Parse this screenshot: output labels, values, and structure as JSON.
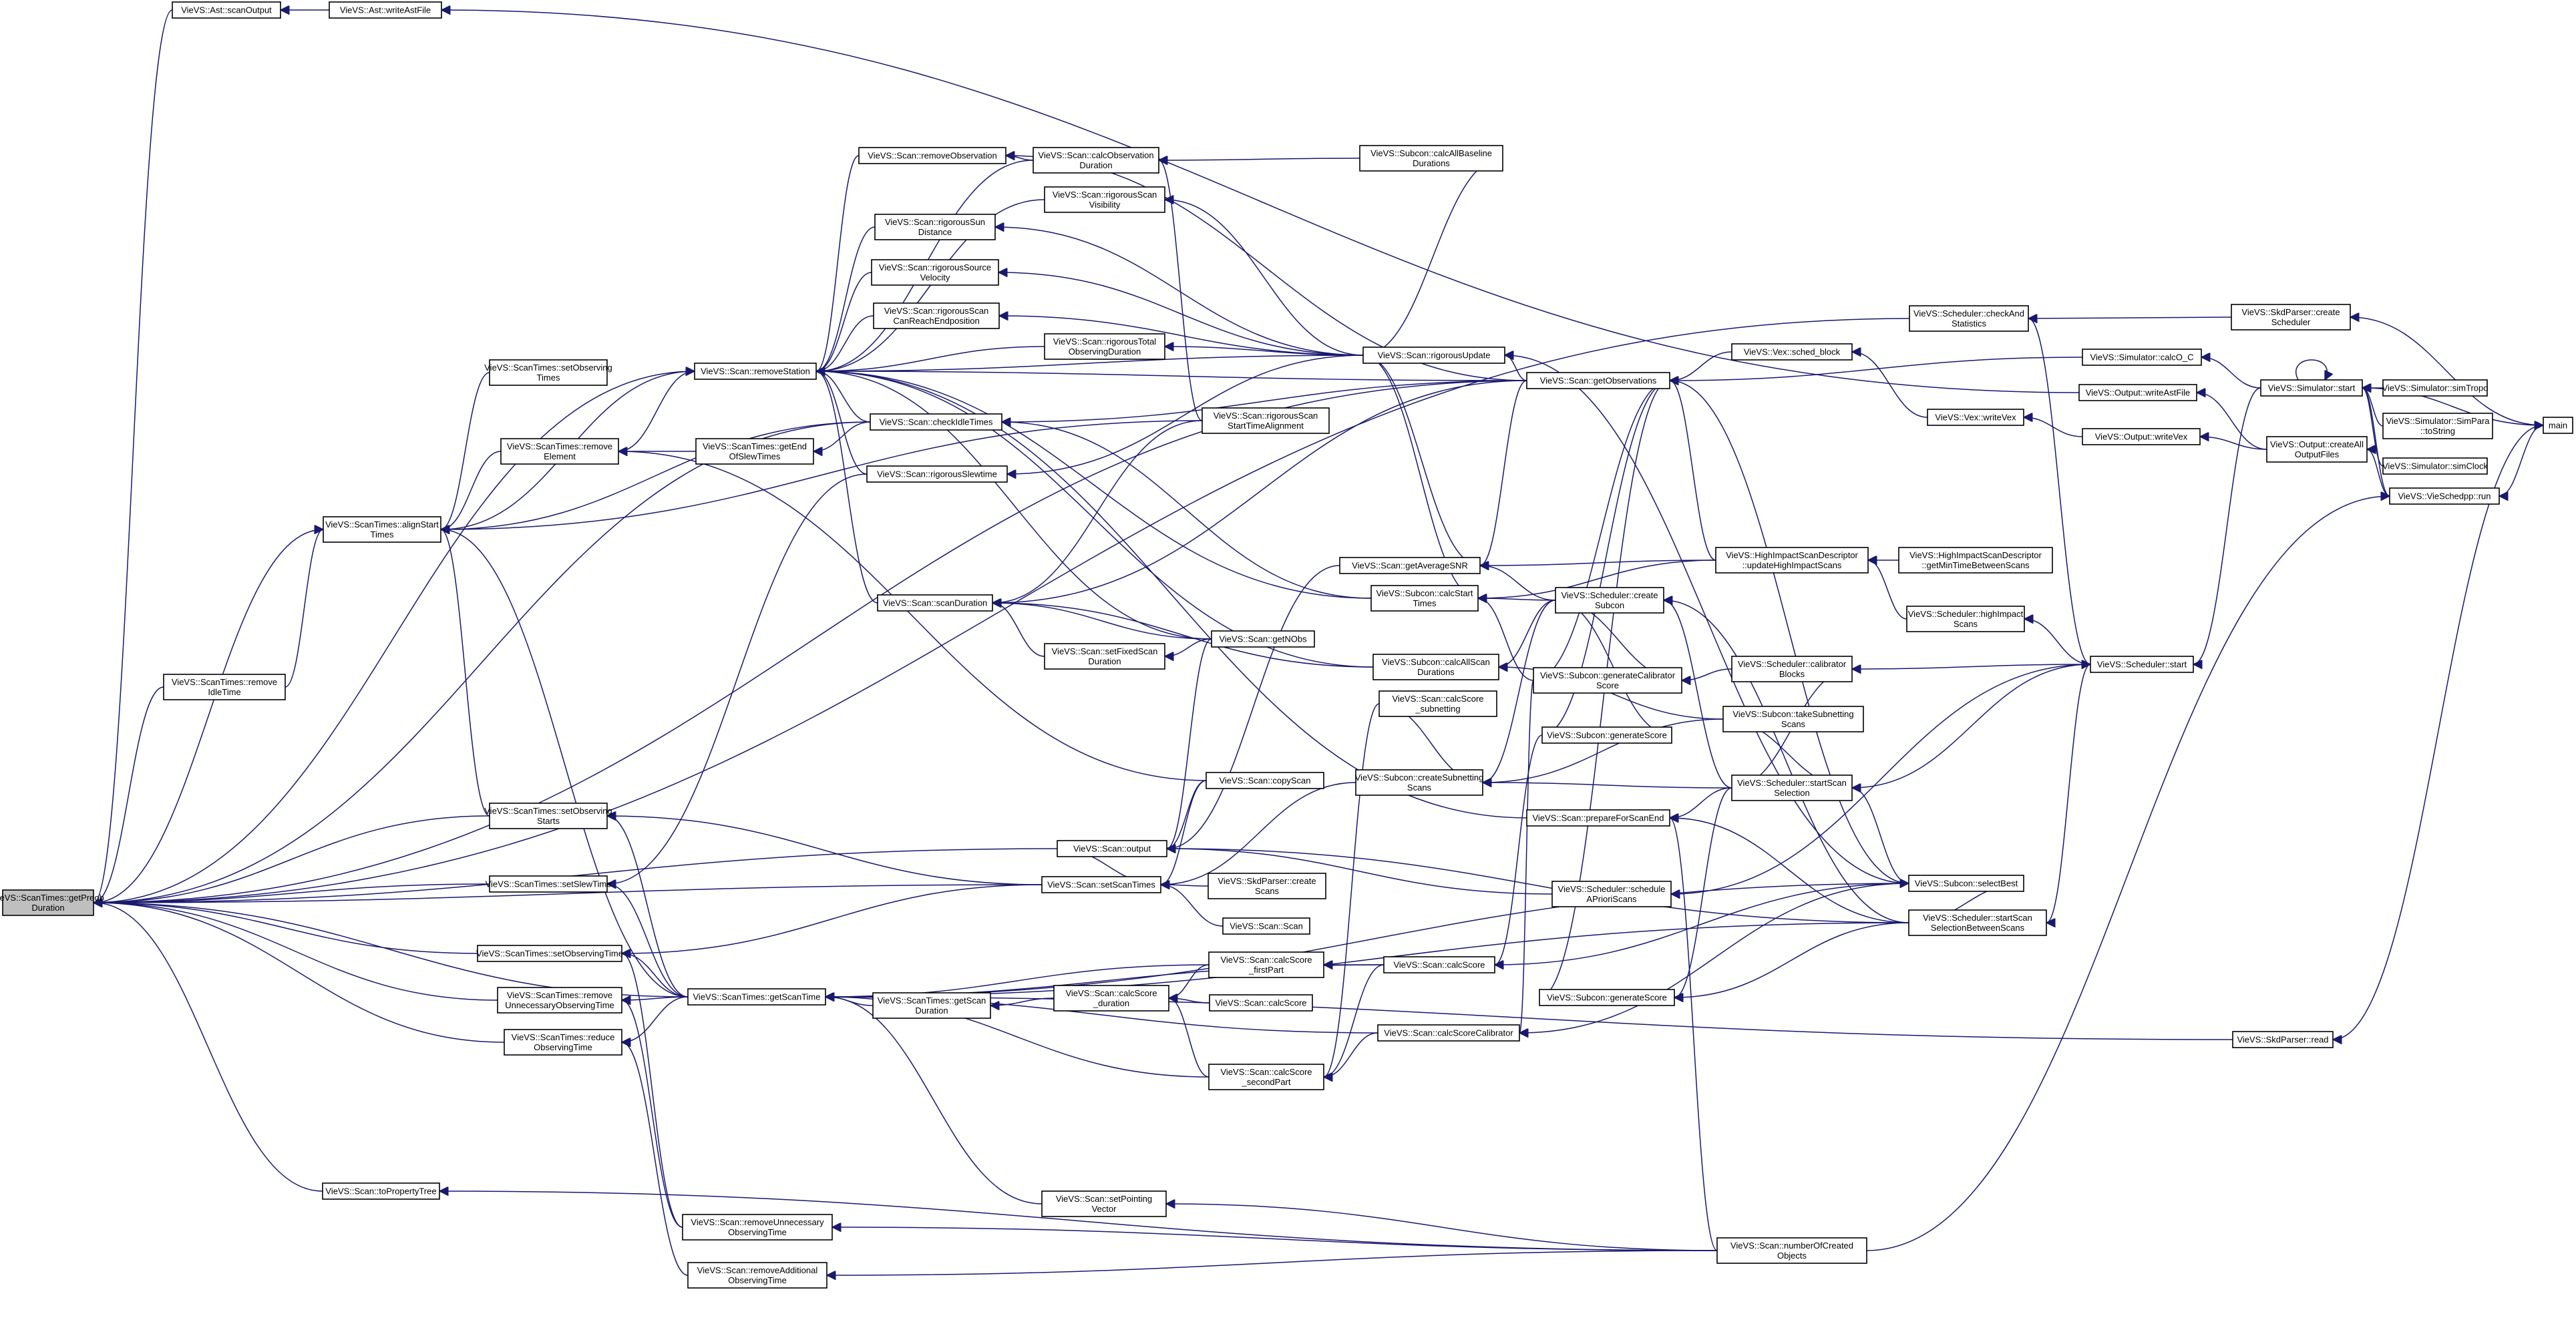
{
  "graph": {
    "colors": {
      "edge": "#191970",
      "node_border": "#000000",
      "node_fill": "#ffffff",
      "root_fill": "#bfbfbf"
    },
    "nodes": [
      {
        "id": "n0",
        "lines": [
          "VieVS::ScanTimes::getPreob",
          "Duration"
        ],
        "root": true
      },
      {
        "id": "n1",
        "lines": [
          "VieVS::Ast::scanOutput"
        ]
      },
      {
        "id": "n2",
        "lines": [
          "VieVS::Ast::writeAstFile"
        ]
      },
      {
        "id": "n3",
        "lines": [
          "VieVS::ScanTimes::alignStart",
          "Times"
        ]
      },
      {
        "id": "n4",
        "lines": [
          "VieVS::ScanTimes::remove",
          "IdleTime"
        ]
      },
      {
        "id": "n5",
        "lines": [
          "VieVS::ScanTimes::setObserving",
          "Starts"
        ]
      },
      {
        "id": "n6",
        "lines": [
          "VieVS::ScanTimes::setSlewTime"
        ]
      },
      {
        "id": "n7",
        "lines": [
          "VieVS::ScanTimes::setObservingTime"
        ]
      },
      {
        "id": "n8",
        "lines": [
          "VieVS::ScanTimes::remove",
          "UnnecessaryObservingTime"
        ]
      },
      {
        "id": "n9",
        "lines": [
          "VieVS::ScanTimes::reduce",
          "ObservingTime"
        ]
      },
      {
        "id": "n10",
        "lines": [
          "VieVS::Scan::toPropertyTree"
        ]
      },
      {
        "id": "n11",
        "lines": [
          "VieVS::ScanTimes::setObserving",
          "Times"
        ]
      },
      {
        "id": "n12",
        "lines": [
          "VieVS::ScanTimes::remove",
          "Element"
        ]
      },
      {
        "id": "n13",
        "lines": [
          "VieVS::ScanTimes::getEnd",
          "OfSlewTimes"
        ]
      },
      {
        "id": "n14",
        "lines": [
          "VieVS::ScanTimes::getScanTime"
        ]
      },
      {
        "id": "n15",
        "lines": [
          "VieVS::Scan::removeStation"
        ]
      },
      {
        "id": "n16",
        "lines": [
          "VieVS::Scan::removeObservation"
        ]
      },
      {
        "id": "n17",
        "lines": [
          "VieVS::Scan::rigorousSun",
          "Distance"
        ]
      },
      {
        "id": "n18",
        "lines": [
          "VieVS::Scan::rigorousSource",
          "Velocity"
        ]
      },
      {
        "id": "n19",
        "lines": [
          "VieVS::Scan::rigorousScan",
          "CanReachEndposition"
        ]
      },
      {
        "id": "n20",
        "lines": [
          "VieVS::Scan::checkIdleTimes"
        ]
      },
      {
        "id": "n21",
        "lines": [
          "VieVS::Scan::rigorousSlewtime"
        ]
      },
      {
        "id": "n22",
        "lines": [
          "VieVS::Scan::scanDuration"
        ]
      },
      {
        "id": "n23",
        "lines": [
          "VieVS::Scan::calcObservation",
          "Duration"
        ]
      },
      {
        "id": "n24",
        "lines": [
          "VieVS::Scan::rigorousScan",
          "Visibility"
        ]
      },
      {
        "id": "n25",
        "lines": [
          "VieVS::Scan::rigorousTotal",
          "ObservingDuration"
        ]
      },
      {
        "id": "n26",
        "lines": [
          "VieVS::Scan::setFixedScan",
          "Duration"
        ]
      },
      {
        "id": "n27",
        "lines": [
          "VieVS::Scan::output"
        ]
      },
      {
        "id": "n28",
        "lines": [
          "VieVS::Scan::setScanTimes"
        ]
      },
      {
        "id": "n29",
        "lines": [
          "VieVS::ScanTimes::getScan",
          "Duration"
        ]
      },
      {
        "id": "n30",
        "lines": [
          "VieVS::Scan::removeUnnecessary",
          "ObservingTime"
        ]
      },
      {
        "id": "n31",
        "lines": [
          "VieVS::Scan::removeAdditional",
          "ObservingTime"
        ]
      },
      {
        "id": "n32",
        "lines": [
          "VieVS::Scan::rigorousScan",
          "StartTimeAlignment"
        ]
      },
      {
        "id": "n33",
        "lines": [
          "VieVS::Scan::getNObs"
        ]
      },
      {
        "id": "n34",
        "lines": [
          "VieVS::Scan::copyScan"
        ]
      },
      {
        "id": "n35",
        "lines": [
          "VieVS::SkdParser::create",
          "Scans"
        ]
      },
      {
        "id": "n36",
        "lines": [
          "VieVS::Scan::Scan"
        ]
      },
      {
        "id": "n37",
        "lines": [
          "VieVS::Scan::calcScore",
          "_firstPart"
        ]
      },
      {
        "id": "n38",
        "lines": [
          "VieVS::Scan::calcScore",
          "_duration"
        ]
      },
      {
        "id": "n39",
        "lines": [
          "VieVS::Scan::calcScore"
        ]
      },
      {
        "id": "n40",
        "lines": [
          "VieVS::Scan::calcScore",
          "_secondPart"
        ]
      },
      {
        "id": "n41",
        "lines": [
          "VieVS::Scan::setPointing",
          "Vector"
        ]
      },
      {
        "id": "n42",
        "lines": [
          "VieVS::Subcon::calcAllBaseline",
          "Durations"
        ]
      },
      {
        "id": "n43",
        "lines": [
          "VieVS::Scan::rigorousUpdate"
        ]
      },
      {
        "id": "n44",
        "lines": [
          "VieVS::Scan::getAverageSNR"
        ]
      },
      {
        "id": "n45",
        "lines": [
          "VieVS::Subcon::calcStart",
          "Times"
        ]
      },
      {
        "id": "n46",
        "lines": [
          "VieVS::Subcon::calcAllScan",
          "Durations"
        ]
      },
      {
        "id": "n47",
        "lines": [
          "VieVS::Scan::calcScore",
          "_subnetting"
        ]
      },
      {
        "id": "n48",
        "lines": [
          "VieVS::Subcon::createSubnetting",
          "Scans"
        ]
      },
      {
        "id": "n49",
        "lines": [
          "VieVS::Scan::calcScore"
        ]
      },
      {
        "id": "n50",
        "lines": [
          "VieVS::Scan::calcScoreCalibrator"
        ]
      },
      {
        "id": "n51",
        "lines": [
          "VieVS::Scan::getObservations"
        ]
      },
      {
        "id": "n52",
        "lines": [
          "VieVS::Scheduler::create",
          "Subcon"
        ]
      },
      {
        "id": "n53",
        "lines": [
          "VieVS::Subcon::generateCalibrator",
          "Score"
        ]
      },
      {
        "id": "n54",
        "lines": [
          "VieVS::Subcon::generateScore"
        ]
      },
      {
        "id": "n55",
        "lines": [
          "VieVS::Scan::prepareForScanEnd"
        ]
      },
      {
        "id": "n56",
        "lines": [
          "VieVS::Scheduler::schedule",
          "APrioriScans"
        ]
      },
      {
        "id": "n57",
        "lines": [
          "VieVS::Subcon::generateScore"
        ]
      },
      {
        "id": "n58",
        "lines": [
          "VieVS::Vex::sched_block"
        ]
      },
      {
        "id": "n59",
        "lines": [
          "VieVS::HighImpactScanDescriptor",
          "::updateHighImpactScans"
        ]
      },
      {
        "id": "n60",
        "lines": [
          "VieVS::Scheduler::calibrator",
          "Blocks"
        ]
      },
      {
        "id": "n61",
        "lines": [
          "VieVS::Subcon::takeSubnetting",
          "Scans"
        ]
      },
      {
        "id": "n62",
        "lines": [
          "VieVS::Scheduler::startScan",
          "Selection"
        ]
      },
      {
        "id": "n63",
        "lines": [
          "VieVS::Subcon::selectBest"
        ]
      },
      {
        "id": "n64",
        "lines": [
          "VieVS::Scheduler::startScan",
          "SelectionBetweenScans"
        ]
      },
      {
        "id": "n65",
        "lines": [
          "VieVS::Scan::numberOfCreated",
          "Objects"
        ]
      },
      {
        "id": "n66",
        "lines": [
          "VieVS::Scheduler::checkAnd",
          "Statistics"
        ]
      },
      {
        "id": "n67",
        "lines": [
          "VieVS::Vex::writeVex"
        ]
      },
      {
        "id": "n68",
        "lines": [
          "VieVS::HighImpactScanDescriptor",
          "::getMinTimeBetweenScans"
        ]
      },
      {
        "id": "n69",
        "lines": [
          "VieVS::Scheduler::highImpact",
          "Scans"
        ]
      },
      {
        "id": "n70",
        "lines": [
          "VieVS::Simulator::calcO_C"
        ]
      },
      {
        "id": "n71",
        "lines": [
          "VieVS::Output::writeAstFile"
        ]
      },
      {
        "id": "n72",
        "lines": [
          "VieVS::Output::writeVex"
        ]
      },
      {
        "id": "n73",
        "lines": [
          "VieVS::Scheduler::start"
        ]
      },
      {
        "id": "n74",
        "lines": [
          "VieVS::SkdParser::create",
          "Scheduler"
        ]
      },
      {
        "id": "n75",
        "lines": [
          "VieVS::Simulator::start"
        ]
      },
      {
        "id": "n76",
        "lines": [
          "VieVS::Output::createAll",
          "OutputFiles"
        ]
      },
      {
        "id": "n77",
        "lines": [
          "VieVS::SkdParser::read"
        ]
      },
      {
        "id": "n78",
        "lines": [
          "VieVS::Simulator::simTropo"
        ]
      },
      {
        "id": "n79",
        "lines": [
          "VieVS::Simulator::SimPara",
          "::toString"
        ]
      },
      {
        "id": "n80",
        "lines": [
          "VieVS::Simulator::simClock"
        ]
      },
      {
        "id": "n81",
        "lines": [
          "VieVS::VieSchedpp::run"
        ]
      },
      {
        "id": "n82",
        "lines": [
          "main"
        ]
      }
    ],
    "edges": [
      [
        "n1",
        "n0"
      ],
      [
        "n2",
        "n1"
      ],
      [
        "n71",
        "n2"
      ],
      [
        "n3",
        "n0"
      ],
      [
        "n4",
        "n0"
      ],
      [
        "n5",
        "n0"
      ],
      [
        "n6",
        "n0"
      ],
      [
        "n7",
        "n0"
      ],
      [
        "n8",
        "n0"
      ],
      [
        "n9",
        "n0"
      ],
      [
        "n10",
        "n0"
      ],
      [
        "n15",
        "n0"
      ],
      [
        "n20",
        "n0"
      ],
      [
        "n27",
        "n0"
      ],
      [
        "n28",
        "n0"
      ],
      [
        "n14",
        "n0"
      ],
      [
        "n51",
        "n0"
      ],
      [
        "n66",
        "n0"
      ],
      [
        "n11",
        "n3"
      ],
      [
        "n12",
        "n3"
      ],
      [
        "n4",
        "n3"
      ],
      [
        "n5",
        "n3"
      ],
      [
        "n14",
        "n3"
      ],
      [
        "n32",
        "n3"
      ],
      [
        "n20",
        "n3"
      ],
      [
        "n15",
        "n3"
      ],
      [
        "n13",
        "n12"
      ],
      [
        "n12",
        "n15"
      ],
      [
        "n34",
        "n12"
      ],
      [
        "n20",
        "n13"
      ],
      [
        "n28",
        "n5"
      ],
      [
        "n14",
        "n5"
      ],
      [
        "n21",
        "n6"
      ],
      [
        "n14",
        "n6"
      ],
      [
        "n28",
        "n7"
      ],
      [
        "n14",
        "n7"
      ],
      [
        "n30",
        "n7"
      ],
      [
        "n14",
        "n8"
      ],
      [
        "n30",
        "n8"
      ],
      [
        "n14",
        "n9"
      ],
      [
        "n31",
        "n9"
      ],
      [
        "n65",
        "n10"
      ],
      [
        "n16",
        "n15"
      ],
      [
        "n17",
        "n15"
      ],
      [
        "n18",
        "n15"
      ],
      [
        "n19",
        "n15"
      ],
      [
        "n20",
        "n15"
      ],
      [
        "n21",
        "n15"
      ],
      [
        "n22",
        "n15"
      ],
      [
        "n25",
        "n15"
      ],
      [
        "n24",
        "n15"
      ],
      [
        "n23",
        "n15"
      ],
      [
        "n45",
        "n15"
      ],
      [
        "n46",
        "n15"
      ],
      [
        "n51",
        "n15"
      ],
      [
        "n43",
        "n15"
      ],
      [
        "n55",
        "n15"
      ],
      [
        "n33",
        "n15"
      ],
      [
        "n23",
        "n16"
      ],
      [
        "n42",
        "n23"
      ],
      [
        "n51",
        "n16"
      ],
      [
        "n43",
        "n17"
      ],
      [
        "n43",
        "n18"
      ],
      [
        "n43",
        "n19"
      ],
      [
        "n43",
        "n24"
      ],
      [
        "n43",
        "n25"
      ],
      [
        "n43",
        "n21"
      ],
      [
        "n32",
        "n23"
      ],
      [
        "n42",
        "n43"
      ],
      [
        "n45",
        "n20"
      ],
      [
        "n51",
        "n20"
      ],
      [
        "n26",
        "n22"
      ],
      [
        "n33",
        "n22"
      ],
      [
        "n46",
        "n22"
      ],
      [
        "n32",
        "n22"
      ],
      [
        "n51",
        "n22"
      ],
      [
        "n33",
        "n26"
      ],
      [
        "n34",
        "n27"
      ],
      [
        "n28",
        "n27"
      ],
      [
        "n33",
        "n27"
      ],
      [
        "n64",
        "n27"
      ],
      [
        "n56",
        "n27"
      ],
      [
        "n35",
        "n28"
      ],
      [
        "n36",
        "n28"
      ],
      [
        "n34",
        "n28"
      ],
      [
        "n48",
        "n28"
      ],
      [
        "n44",
        "n27"
      ],
      [
        "n29",
        "n14"
      ],
      [
        "n38",
        "n29"
      ],
      [
        "n37",
        "n38"
      ],
      [
        "n39",
        "n38"
      ],
      [
        "n40",
        "n38"
      ],
      [
        "n40",
        "n14"
      ],
      [
        "n37",
        "n14"
      ],
      [
        "n50",
        "n14"
      ],
      [
        "n49",
        "n14"
      ],
      [
        "n41",
        "n14"
      ],
      [
        "n63",
        "n14"
      ],
      [
        "n77",
        "n14"
      ],
      [
        "n64",
        "n14"
      ],
      [
        "n65",
        "n30"
      ],
      [
        "n65",
        "n31"
      ],
      [
        "n65",
        "n41"
      ],
      [
        "n49",
        "n37"
      ],
      [
        "n49",
        "n40"
      ],
      [
        "n50",
        "n40"
      ],
      [
        "n47",
        "n40"
      ],
      [
        "n53",
        "n50"
      ],
      [
        "n63",
        "n50"
      ],
      [
        "n54",
        "n49"
      ],
      [
        "n63",
        "n49"
      ],
      [
        "n48",
        "n47"
      ],
      [
        "n61",
        "n48"
      ],
      [
        "n62",
        "n48"
      ],
      [
        "n52",
        "n48"
      ],
      [
        "n44",
        "n43"
      ],
      [
        "n51",
        "n43"
      ],
      [
        "n45",
        "n43"
      ],
      [
        "n63",
        "n43"
      ],
      [
        "n51",
        "n44"
      ],
      [
        "n52",
        "n44"
      ],
      [
        "n59",
        "n44"
      ],
      [
        "n52",
        "n45"
      ],
      [
        "n53",
        "n45"
      ],
      [
        "n59",
        "n45"
      ],
      [
        "n52",
        "n46"
      ],
      [
        "n61",
        "n46"
      ],
      [
        "n53",
        "n51"
      ],
      [
        "n54",
        "n51"
      ],
      [
        "n57",
        "n51"
      ],
      [
        "n59",
        "n51"
      ],
      [
        "n63",
        "n51"
      ],
      [
        "n58",
        "n51"
      ],
      [
        "n70",
        "n51"
      ],
      [
        "n52",
        "n53"
      ],
      [
        "n60",
        "n53"
      ],
      [
        "n52",
        "n54"
      ],
      [
        "n62",
        "n57"
      ],
      [
        "n64",
        "n57"
      ],
      [
        "n62",
        "n55"
      ],
      [
        "n65",
        "n55"
      ],
      [
        "n64",
        "n55"
      ],
      [
        "n67",
        "n58"
      ],
      [
        "n72",
        "n67"
      ],
      [
        "n76",
        "n72"
      ],
      [
        "n76",
        "n71"
      ],
      [
        "n68",
        "n59"
      ],
      [
        "n69",
        "n59"
      ],
      [
        "n73",
        "n69"
      ],
      [
        "n73",
        "n60"
      ],
      [
        "n73",
        "n62"
      ],
      [
        "n73",
        "n64"
      ],
      [
        "n73",
        "n56"
      ],
      [
        "n62",
        "n61"
      ],
      [
        "n62",
        "n52"
      ],
      [
        "n64",
        "n52"
      ],
      [
        "n62",
        "n63"
      ],
      [
        "n64",
        "n63"
      ],
      [
        "n62",
        "n60"
      ],
      [
        "n65",
        "n81"
      ],
      [
        "n66",
        "n73"
      ],
      [
        "n74",
        "n66"
      ],
      [
        "n82",
        "n74"
      ],
      [
        "n82",
        "n77"
      ],
      [
        "n75",
        "n70"
      ],
      [
        "n75",
        "n73"
      ],
      [
        "n75",
        "n75"
      ],
      [
        "n78",
        "n75"
      ],
      [
        "n79",
        "n75"
      ],
      [
        "n80",
        "n75"
      ],
      [
        "n81",
        "n75"
      ],
      [
        "n81",
        "n76"
      ],
      [
        "n82",
        "n81"
      ],
      [
        "n75",
        "n82"
      ]
    ]
  }
}
